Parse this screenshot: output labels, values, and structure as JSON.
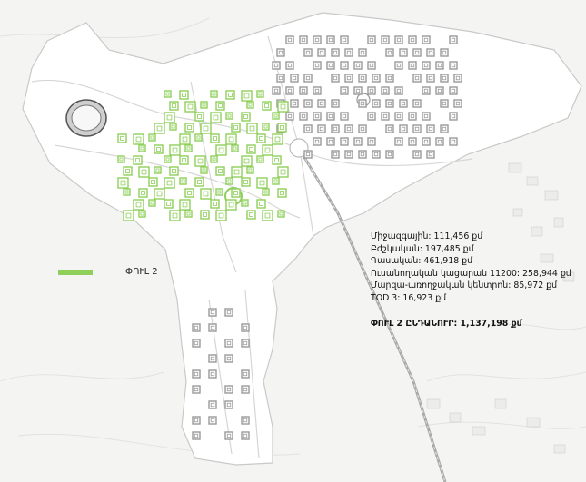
{
  "legend": {
    "label": "ՓՈՒԼ 2",
    "color": "#8fcf5a"
  },
  "stats": {
    "lines": [
      "Միջազգային: 111,456 քմ",
      "Բժշկական: 197,485 քմ",
      "Դասական: 461,918 քմ",
      "Ուսանողական կացարան 11200: 258,944 քմ",
      "Մարզա-առողջական կենտրոն: 85,972 քմ",
      "TOD 3: 16,923 քմ"
    ],
    "total": "ՓՈՒԼ 2 ԸՆԴԱՆՈՒՐ: 1,137,198 քմ"
  },
  "colors": {
    "phase2": "#8fcf5a",
    "built": "#9a9a9a",
    "land": "#ffffff",
    "background": "#f4f4f3"
  }
}
